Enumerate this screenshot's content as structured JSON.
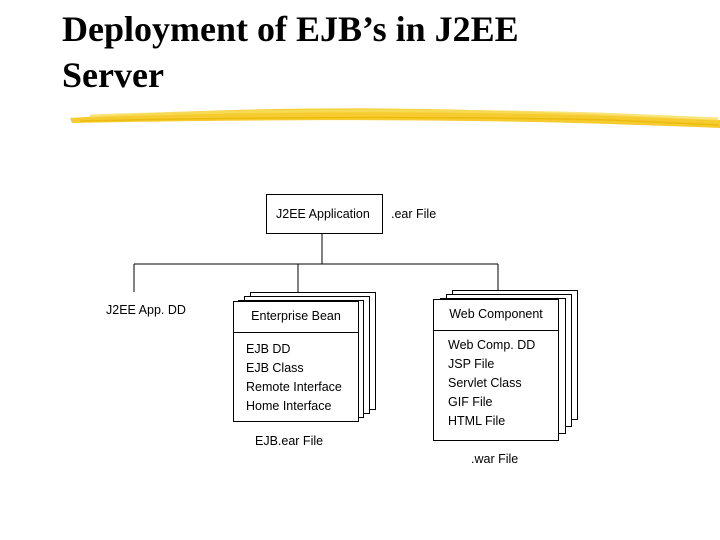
{
  "slide": {
    "title_line1": "Deployment of EJB’s in J2EE",
    "title_line2": "Server"
  },
  "diagram": {
    "app_box_label": "J2EE Application",
    "ear_file_label": ".ear File",
    "app_dd_label": "J2EE App. DD",
    "ejb": {
      "header": "Enterprise Bean",
      "items": [
        "EJB DD",
        "EJB Class",
        "Remote Interface",
        "Home Interface"
      ],
      "file_label": "EJB.ear File"
    },
    "web": {
      "header": "Web Component",
      "items": [
        "Web Comp. DD",
        "JSP File",
        "Servlet Class",
        "GIF File",
        "HTML File"
      ],
      "file_label": ".war File"
    }
  },
  "colors": {
    "highlighter": "#f5c518",
    "line": "#000000"
  }
}
